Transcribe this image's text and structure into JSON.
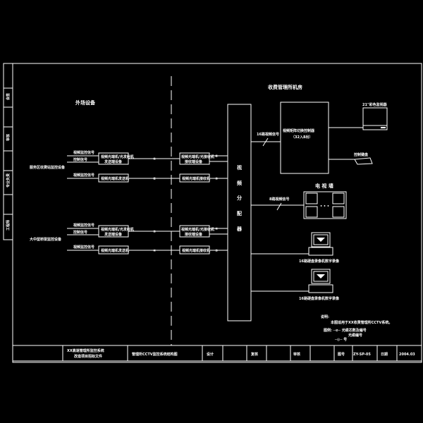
{
  "side_strip": [
    "会签",
    "审核",
    "专业负责",
    "工程师"
  ],
  "field_title": "外场设备",
  "room_title": "收费管理所机房",
  "groups": [
    {
      "label": "服务区收费站监控设备",
      "rows": [
        {
          "signals": [
            "视频监控信号",
            "控制信号"
          ],
          "left_box": [
            "视频光端机/光发射机",
            "发送端设备"
          ],
          "right_box": [
            "视频光端机/光接收机",
            "接收端设备"
          ],
          "mark_left": "①",
          "mark_right": "②"
        },
        {
          "signals": [
            "视频监控信号"
          ],
          "left_box": [
            "视频光端机发送机"
          ],
          "right_box": [
            "视频光端机接收机"
          ],
          "mark_left": "②",
          "mark_right": "③"
        }
      ]
    },
    {
      "label": "大中型桥梁监控设备",
      "rows": [
        {
          "signals": [
            "视频监控信号",
            "控制信号"
          ],
          "left_box": [
            "视频光端机/光发射机",
            "发送端设备"
          ],
          "right_box": [
            "视频光端机/光接收机",
            "接收端设备"
          ],
          "mark_left": "③",
          "mark_right": "④"
        },
        {
          "signals": [
            "视频监控信号"
          ],
          "left_box": [
            "视频光端机发送机"
          ],
          "right_box": [
            "视频光端机接收机"
          ],
          "mark_left": "④",
          "mark_right": "⑤"
        }
      ]
    }
  ],
  "distributor": [
    "视",
    "频",
    "分",
    "配",
    "器"
  ],
  "matrix": {
    "label": "视频矩阵切换控制器",
    "sub": "（32入8出）",
    "in_signal": "16路视频信号"
  },
  "monitor": {
    "label": "21\"彩色监视器"
  },
  "keyboard": {
    "label": "控制键盘"
  },
  "tv_wall": {
    "label": "电 视 墙",
    "signal": "8路视频信号",
    "dots": "• • •"
  },
  "recorders": [
    "16路硬盘录像机数字录像",
    "16路硬盘录像机数字录像"
  ],
  "notes": {
    "title": "说明:",
    "line1": "本图适用于XX收费管理所CCTV系统。",
    "line2": "图例: ─⊘─ 光缆芯数及编号",
    "line3": "光缆编号",
    "line4": "─◎─ 号"
  },
  "title_block": {
    "project": [
      "XX高速管理所监控系统",
      "改造项目招标文件"
    ],
    "drawing": "管理所CCTV监控系统结构图",
    "design": "设计",
    "check": "复核",
    "audit": "审核",
    "no_label": "图号",
    "no": "ZY-SP-05",
    "date_label": "日期",
    "date": "2004.03"
  }
}
